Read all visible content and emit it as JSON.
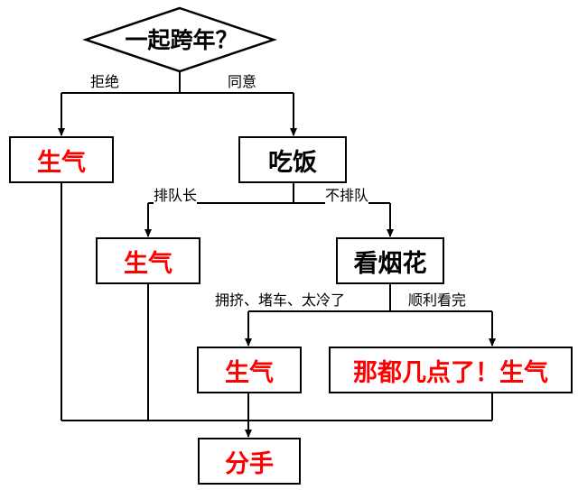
{
  "decision": {
    "text": "一起跨年？"
  },
  "edges": {
    "reject": "拒绝",
    "agree": "同意",
    "long_queue": "排队长",
    "no_queue": "不排队",
    "crowded": "拥挤、堵车、太冷了",
    "smooth": "顺利看完"
  },
  "nodes": {
    "angry_1": "生气",
    "dinner": "吃饭",
    "angry_2": "生气",
    "fireworks": "看烟花",
    "angry_3": "生气",
    "angry_4": "那都几点了！生气",
    "breakup": "分手"
  },
  "colors": {
    "red": "#ff0000",
    "black": "#000000"
  }
}
